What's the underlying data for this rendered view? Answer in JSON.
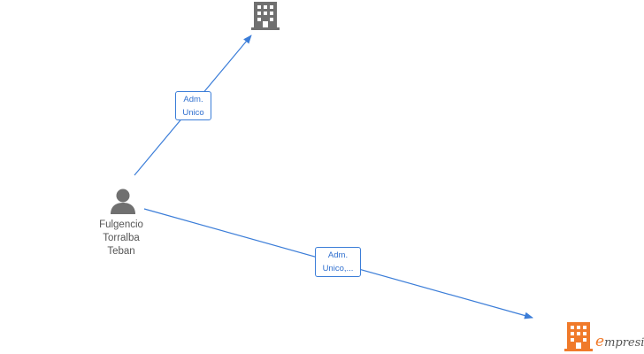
{
  "person": {
    "icon": "person-icon",
    "name_lines": [
      "Fulgencio",
      "Torralba",
      "Teban"
    ]
  },
  "companies": [
    {
      "icon": "building-icon",
      "color": "#707070"
    },
    {
      "icon": "building-icon",
      "color": "#f07a2a"
    }
  ],
  "edges": [
    {
      "from": "person",
      "to": "company-1",
      "label_lines": [
        "Adm.",
        "Unico"
      ]
    },
    {
      "from": "person",
      "to": "company-2",
      "label_lines": [
        "Adm.",
        "Unico,..."
      ]
    }
  ],
  "brand": {
    "icon": "empresia-logo-icon",
    "initial": "e",
    "rest": "mpresia"
  },
  "colors": {
    "edge": "#3b7dd8",
    "icon_gray": "#707070",
    "brand_orange": "#f07a2a"
  }
}
